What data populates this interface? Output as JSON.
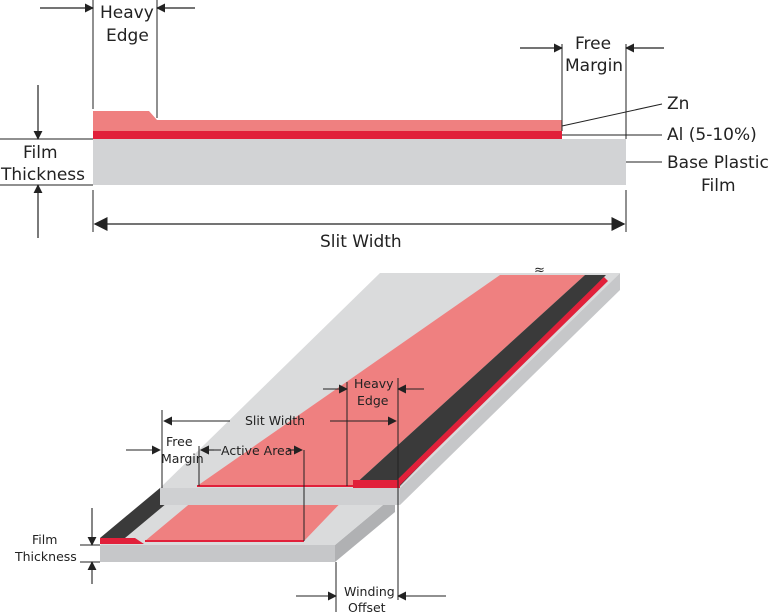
{
  "colors": {
    "metal": "#ef8080",
    "aluminum": "#e1203a",
    "base_film": "#d2d3d5",
    "film_side": "#c6c7c9",
    "dark_strip": "#3a3a3a",
    "line": "#222222",
    "text": "#222222"
  },
  "cross_section": {
    "heavy_edge": [
      "Heavy",
      "Edge"
    ],
    "free_margin": [
      "Free",
      "Margin"
    ],
    "zn": "Zn",
    "al": "Al (5-10%)",
    "base_film": [
      "Base Plastic",
      "Film"
    ],
    "film_thickness": [
      "Film",
      "Thickness"
    ],
    "slit_width": "Slit Width"
  },
  "winding_view": {
    "heavy_edge": [
      "Heavy",
      "Edge"
    ],
    "slit_width": "Slit Width",
    "free_margin": [
      "Free",
      "Margin"
    ],
    "active_area": "Active Area",
    "film_thickness": [
      "Film",
      "Thickness"
    ],
    "winding_offset": [
      "Winding",
      "Offset"
    ]
  }
}
